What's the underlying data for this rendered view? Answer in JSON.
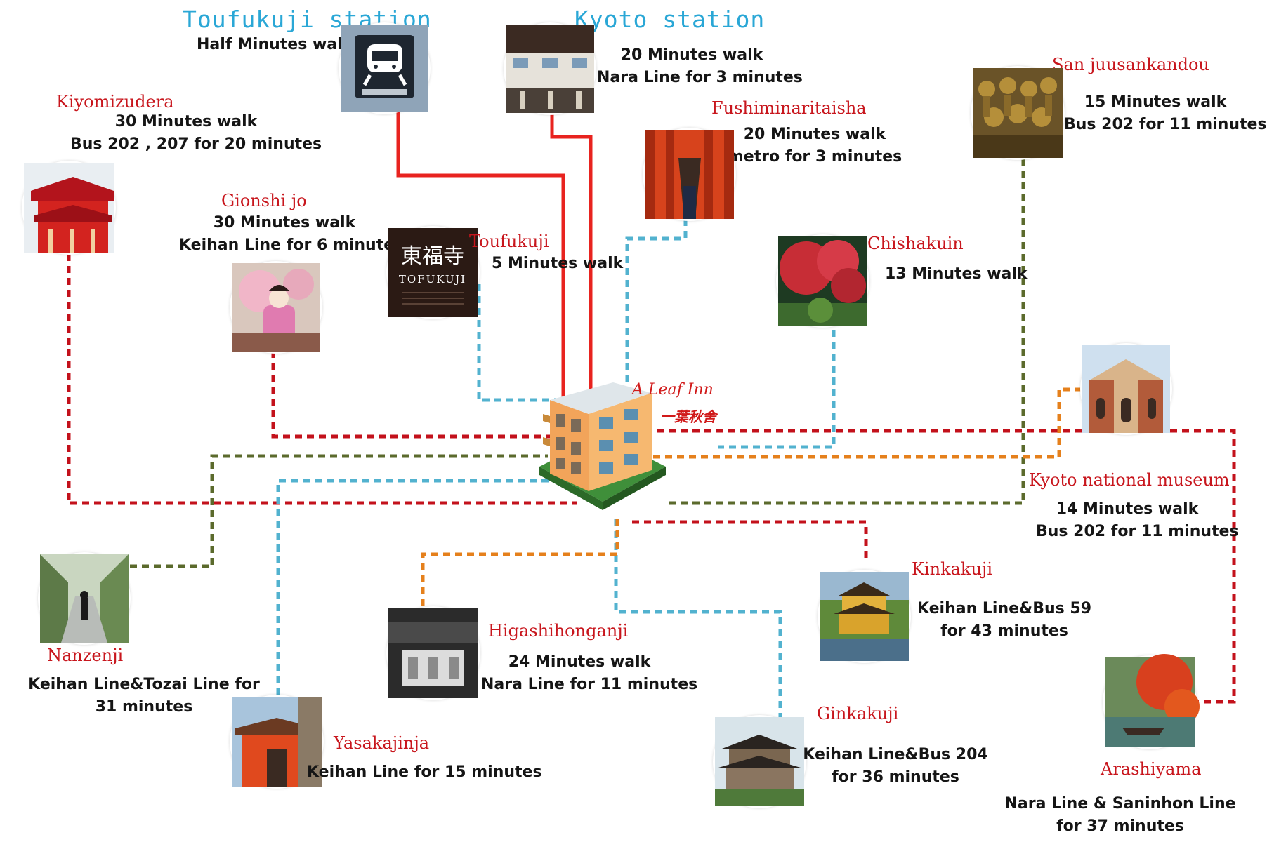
{
  "stations": {
    "toufukuji_station": {
      "name": "Toufukuji station",
      "detail": "Half Minutes walk"
    },
    "kyoto_station": {
      "name": "Kyoto station",
      "detail1": "20 Minutes walk",
      "detail2": "Nara Line for 3 minutes"
    }
  },
  "hub": {
    "name": "A Leaf Inn",
    "jp_name": "一葉秋舍"
  },
  "tofukuji_sign": {
    "kanji": "東福寺",
    "romaji": "TOFUKUJI"
  },
  "destinations": {
    "kiyomizudera": {
      "name": "Kiyomizudera",
      "line1": "30 Minutes walk",
      "line2": "Bus 202 , 207 for 20 minutes"
    },
    "gionshijo": {
      "name": "Gionshi jo",
      "line1": "30 Minutes walk",
      "line2": "Keihan Line for 6 minutes"
    },
    "toufukuji": {
      "name": "Toufukuji",
      "line1": "5 Minutes walk"
    },
    "fushiminaritaisha": {
      "name": "Fushiminaritaisha",
      "line1": "20 Minutes walk",
      "line2": "metro for 3 minutes"
    },
    "chishakuin": {
      "name": "Chishakuin",
      "line1": "13 Minutes walk"
    },
    "sanjuusankandou": {
      "name": "San juusankandou",
      "line1": "15 Minutes walk",
      "line2": "Bus 202 for 11 minutes"
    },
    "kyoto_museum": {
      "name": "Kyoto national museum",
      "line1": "14 Minutes walk",
      "line2": "Bus 202 for 11 minutes"
    },
    "nanzenji": {
      "name": "Nanzenji",
      "line1": "Keihan Line&Tozai Line for",
      "line2": "31 minutes"
    },
    "yasakajinja": {
      "name": "Yasakajinja",
      "line1": "Keihan Line for 15 minutes"
    },
    "higashihonganji": {
      "name": "Higashihonganji",
      "line1": "24 Minutes walk",
      "line2": "Nara Line for 11 minutes"
    },
    "kinkakuji": {
      "name": "Kinkakuji",
      "line1": "Keihan Line&Bus 59",
      "line2": "for 43 minutes"
    },
    "ginkakuji": {
      "name": "Ginkakuji",
      "line1": "Keihan Line&Bus 204",
      "line2": "for 36 minutes"
    },
    "arashiyama": {
      "name": "Arashiyama",
      "line1": "Nara Line & Saninhon Line",
      "line2": "for 37 minutes"
    }
  },
  "colors": {
    "red_line": "#e8231f",
    "dark_red_dash": "#c3111b",
    "blue_dash": "#52b2cf",
    "green_dash": "#5b6a2c",
    "orange_dash": "#e5801c",
    "station_text": "#2aa7d6",
    "destination_text": "#c8161d"
  }
}
